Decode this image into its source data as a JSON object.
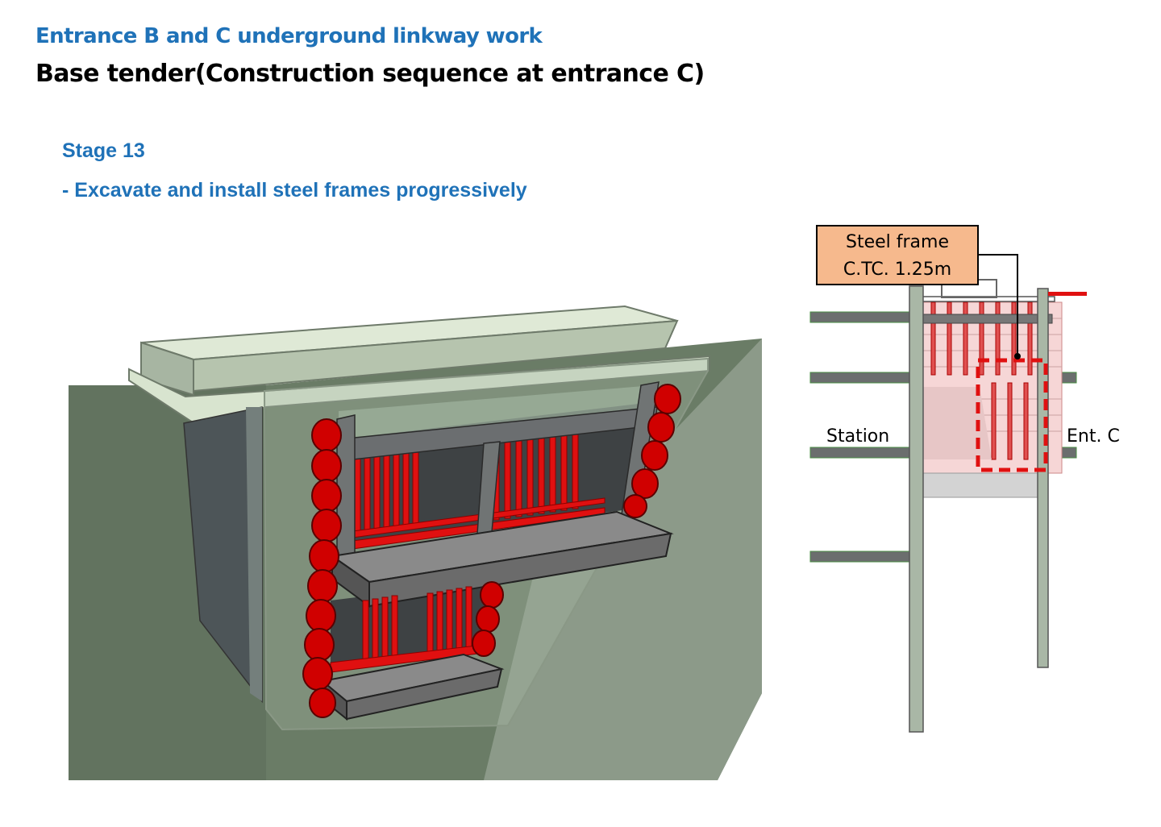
{
  "header": {
    "title": "Entrance B and C underground linkway work",
    "subtitle": "Base tender(Construction sequence at entrance C)"
  },
  "stage": {
    "label": "Stage 13",
    "description": "- Excavate and install steel frames progressively"
  },
  "section": {
    "callout_line1": "Steel frame",
    "callout_line2": "C.TC. 1.25m",
    "label_left": "Station",
    "label_right": "Ent. C"
  },
  "colors": {
    "title_blue": "#1f72b8",
    "steel_red": "#e01010",
    "callout_fill": "#f6b98d",
    "wall_green": "#6b7f6a"
  }
}
